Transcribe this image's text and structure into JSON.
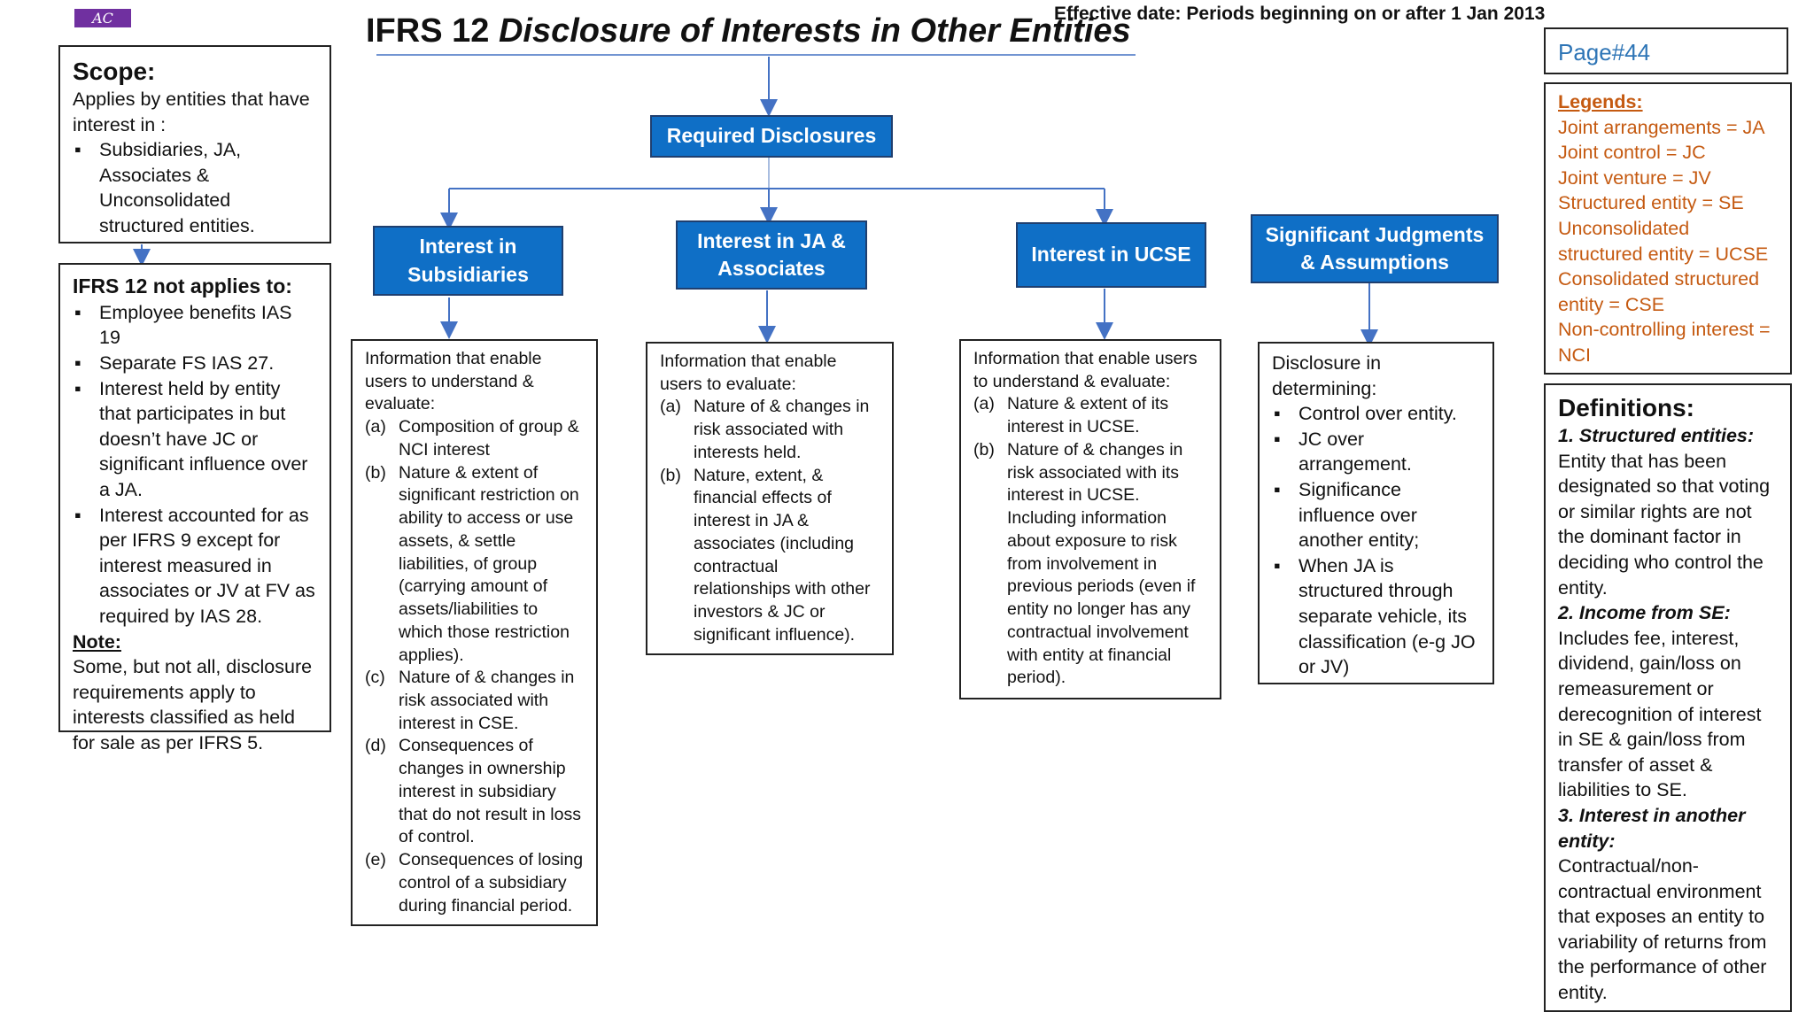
{
  "logo": {
    "text": "AC"
  },
  "title": {
    "prefix": "IFRS 12 ",
    "italic": "Disclosure of Interests in Other Entities"
  },
  "effective_date": "Effective date: Periods beginning on or after 1 Jan 2013",
  "page": "Page#44",
  "scope": {
    "heading": "Scope:",
    "intro": "Applies by entities that have interest in :",
    "items": [
      "Subsidiaries, JA, Associates & Unconsolidated structured entities."
    ]
  },
  "not_applies": {
    "heading": "IFRS 12 not applies to:",
    "items": [
      "Employee benefits IAS 19",
      "Separate FS IAS 27.",
      "Interest held by entity that participates in but doesn’t have JC or significant influence over a JA.",
      "Interest accounted for as per IFRS 9 except for interest measured in associates or JV at FV as required by IAS 28."
    ],
    "note_label": "Note:",
    "note_text": "Some, but not all, disclosure requirements apply to interests classified as held for sale as per IFRS 5."
  },
  "required": "Required Disclosures",
  "categories": {
    "subsidiaries": "Interest in Subsidiaries",
    "ja": "Interest in JA & Associates",
    "ucse": "Interest in UCSE",
    "judgments": "Significant Judgments & Assumptions"
  },
  "subsidiaries_detail": {
    "intro": "Information that enable users to understand & evaluate:",
    "items": [
      {
        "marker": "(a)",
        "text": "Composition of group & NCI interest"
      },
      {
        "marker": "(b)",
        "text": "Nature & extent of significant restriction on ability to access or use assets, & settle liabilities, of group (carrying amount of assets/liabilities to which those restriction applies)."
      },
      {
        "marker": "(c)",
        "text": "Nature of & changes in risk associated with interest in CSE."
      },
      {
        "marker": "(d)",
        "text": "Consequences of changes in ownership interest in subsidiary that do not result in loss of control."
      },
      {
        "marker": "(e)",
        "text": "Consequences of losing control of a subsidiary during financial period."
      }
    ]
  },
  "ja_detail": {
    "intro": "Information that enable users to evaluate:",
    "items": [
      {
        "marker": "(a)",
        "text": "Nature of & changes in risk associated with interests held."
      },
      {
        "marker": "(b)",
        "text": "Nature, extent, & financial effects of interest in JA & associates (including contractual relationships with other investors & JC or significant influence)."
      }
    ]
  },
  "ucse_detail": {
    "intro": "Information that enable users to understand & evaluate:",
    "items": [
      {
        "marker": "(a)",
        "text": "Nature & extent of its interest in UCSE."
      },
      {
        "marker": "(b)",
        "text": "Nature of & changes in risk associated with its interest in UCSE. Including information about exposure to risk from involvement in previous periods (even if entity no longer has any contractual involvement with entity at financial period)."
      }
    ]
  },
  "judgments_detail": {
    "intro": "Disclosure in determining:",
    "items": [
      "Control over entity.",
      "JC over arrangement.",
      "Significance influence over another entity;",
      "When JA is structured through separate vehicle, its classification (e-g JO or JV)"
    ]
  },
  "legends": {
    "heading": "Legends:",
    "items": [
      "Joint arrangements = JA",
      "Joint control = JC",
      "Joint venture = JV",
      "Structured entity = SE",
      "Unconsolidated structured entity = UCSE",
      "Consolidated structured entity = CSE",
      "Non-controlling interest = NCI"
    ]
  },
  "definitions": {
    "heading": "Definitions:",
    "items": [
      {
        "term": "1. Structured entities:",
        "text": "Entity that has been designated so that voting or similar rights are not the dominant factor in deciding who control the entity."
      },
      {
        "term": "2. Income from SE:",
        "text": "Includes fee, interest, dividend, gain/loss on remeasurement or derecognition of interest in SE & gain/loss from transfer of asset & liabilities to SE."
      },
      {
        "term": "3. Interest in another entity:",
        "text": "Contractual/non-contractual environment that exposes an entity to variability of returns from the performance of other entity."
      }
    ]
  },
  "colors": {
    "box_blue": "#0f6fc6",
    "arrow_blue": "#4472c4",
    "legend_orange": "#c55a11",
    "logo_purple": "#7030a0"
  }
}
